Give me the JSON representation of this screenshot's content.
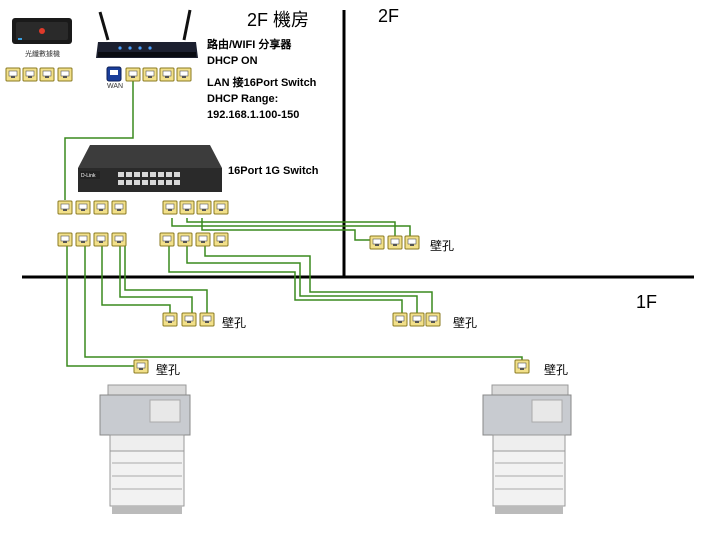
{
  "floors": {
    "upper": "2F",
    "lower": "1F"
  },
  "server_room": {
    "title": "2F 機房"
  },
  "modem": {
    "label": "光纖數據機"
  },
  "router": {
    "wan_label": "WAN",
    "notes": [
      "路由/WIFI 分享器",
      "DHCP ON",
      "LAN 接16Port Switch",
      "DHCP Range:",
      "192.168.1.100-150"
    ]
  },
  "switch": {
    "label": "16Port 1G Switch",
    "brand": "D-Link"
  },
  "wall_jack_label": "壁孔",
  "colors": {
    "cable": "#3a8a1e",
    "port_fill": "#f2e08a",
    "port_border": "#8a7a20",
    "floor_line": "#000000"
  }
}
